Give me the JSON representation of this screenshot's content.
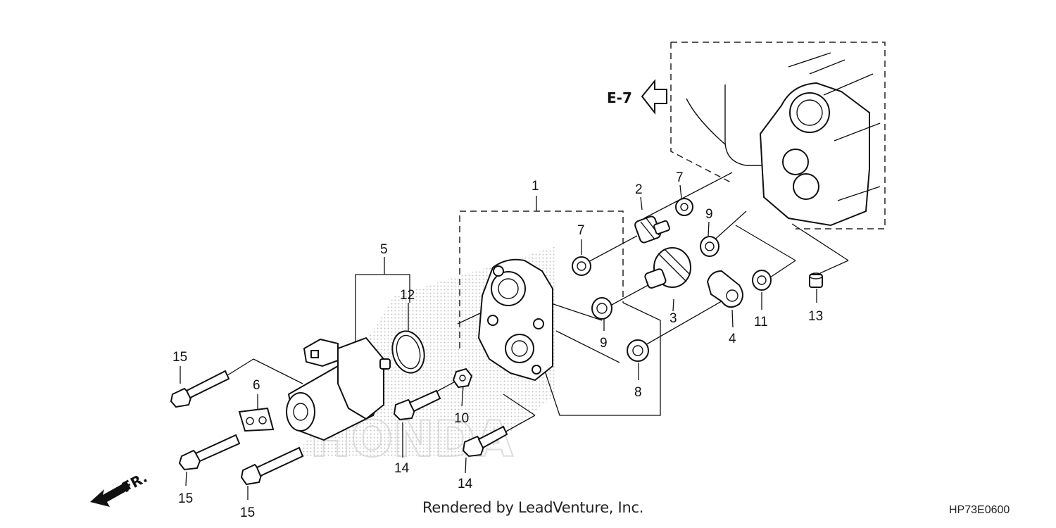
{
  "diagram": {
    "callouts": {
      "c1": "1",
      "c2": "2",
      "c3": "3",
      "c4": "4",
      "c5": "5",
      "c6": "6",
      "c7a": "7",
      "c7b": "7",
      "c8": "8",
      "c9a": "9",
      "c9b": "9",
      "c10": "10",
      "c11": "11",
      "c12": "12",
      "c13": "13",
      "c14a": "14",
      "c14b": "14",
      "c15a": "15",
      "c15b": "15",
      "c15c": "15"
    },
    "ref_label": "E-7",
    "front_label": "FR.",
    "footer": "Rendered by LeadVenture, Inc.",
    "diagram_code": "HP73E0600",
    "watermark": "HONDA",
    "icons": {
      "ref_arrow": "hollow-arrow-left-icon",
      "front_arrow": "front-direction-arrow-icon"
    }
  }
}
